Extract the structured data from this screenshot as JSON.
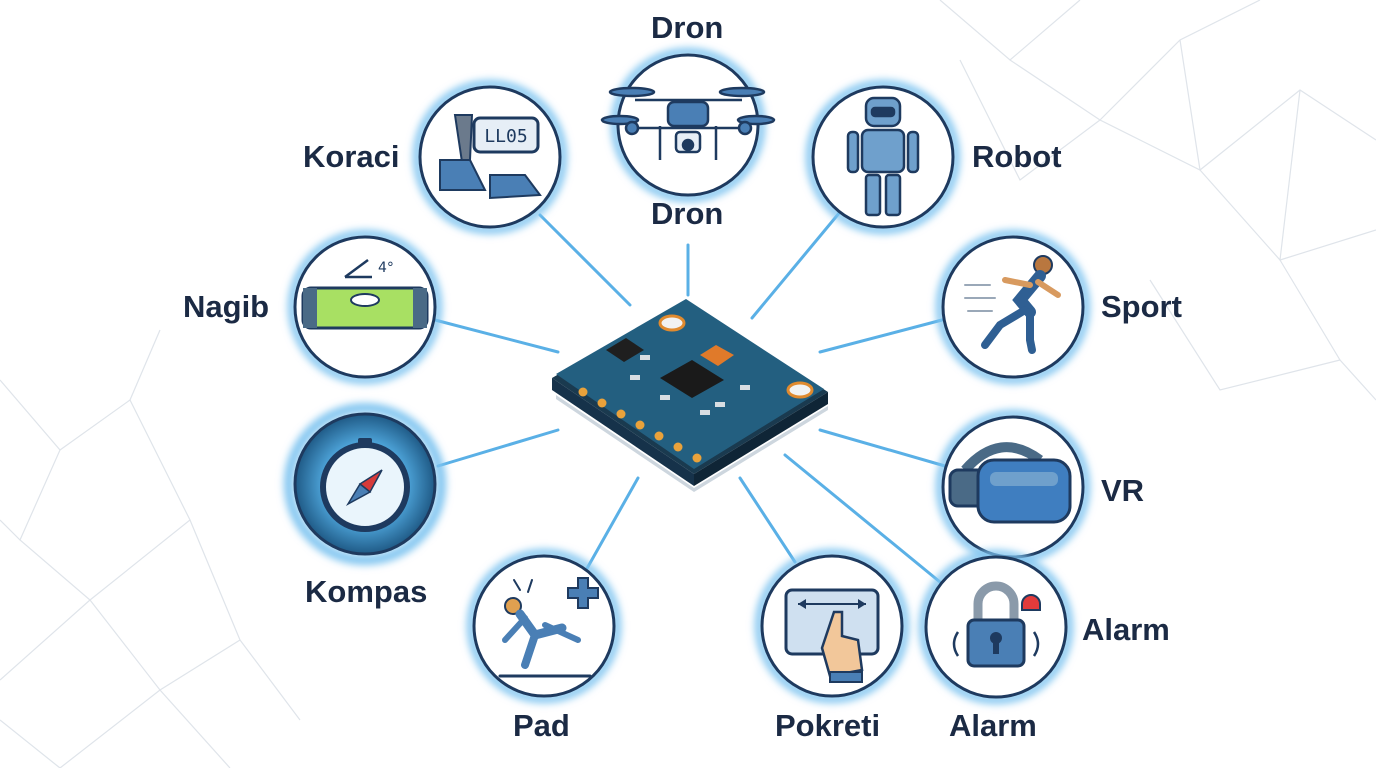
{
  "labels": {
    "dron_top": "Dron",
    "dron_mid": "Dron",
    "koraci": "Koraci",
    "robot": "Robot",
    "nagib": "Nagib",
    "sport": "Sport",
    "kompas": "Kompas",
    "vr": "VR",
    "pad": "Pad",
    "pokreti": "Pokreti",
    "alarm_right": "Alarm",
    "alarm_bottom": "Alarm"
  },
  "icon_texts": {
    "step_counter_display": "LL05",
    "tilt_angle": "4°"
  },
  "colors": {
    "ring": "#1e3a5f",
    "glow": "#7fc4f0",
    "connector": "#5ab0e6",
    "board": "#1f5a7a",
    "text": "#1b2a44",
    "icon_blue": "#4a7fb5"
  }
}
